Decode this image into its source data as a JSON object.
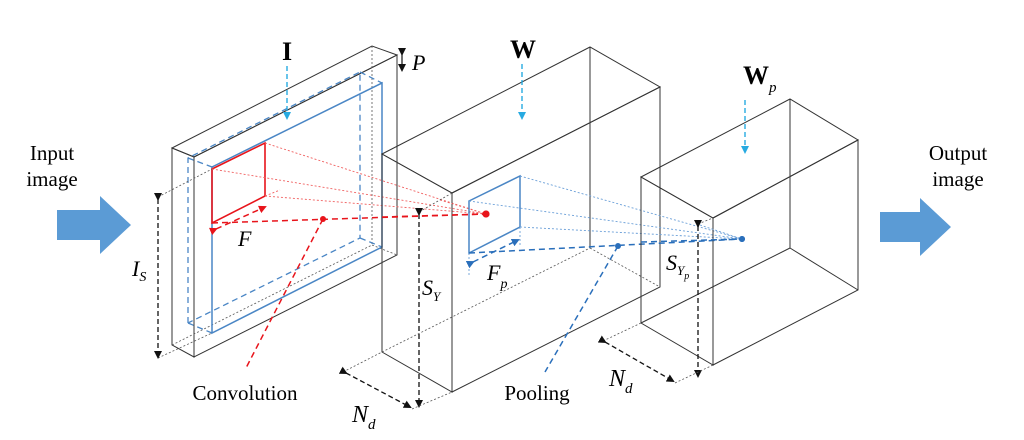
{
  "labels": {
    "input": [
      "Input",
      "image"
    ],
    "output": [
      "Output",
      "image"
    ],
    "I": "I",
    "P": "P",
    "IS": {
      "base": "I",
      "sub": "S"
    },
    "F": "F",
    "convolution": "Convolution",
    "W": "W",
    "SY": {
      "base": "S",
      "sub": "Y"
    },
    "Nd1": {
      "base": "N",
      "sub": "d"
    },
    "Fp": {
      "base": "F",
      "sub": "p"
    },
    "pooling": "Pooling",
    "Wp": {
      "base": "W",
      "sub": "p"
    },
    "SYp": {
      "base": "S",
      "sub": "Y",
      "subsub": "p"
    },
    "Nd2": {
      "base": "N",
      "sub": "d"
    }
  },
  "colors": {
    "arrow_fill": "#5b9bd5",
    "convolution": "#e8141b",
    "pooling": "#2a6fbb",
    "layer_pointer": "#27aae1"
  }
}
